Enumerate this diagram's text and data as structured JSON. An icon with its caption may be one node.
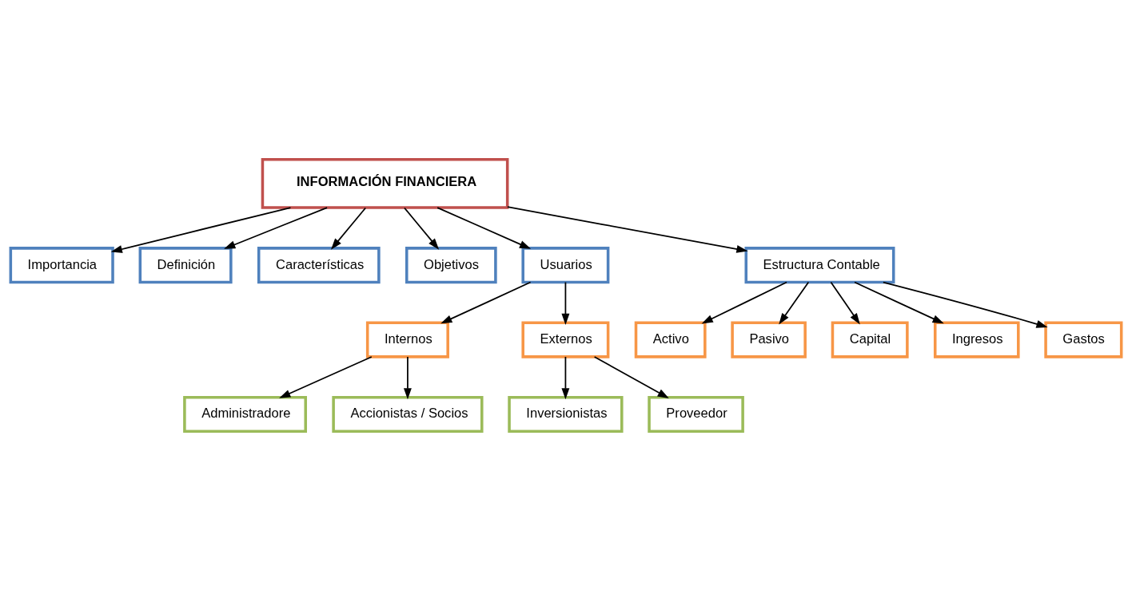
{
  "diagram": {
    "nodes": [
      {
        "text": [
          "INFORMACIÓN FINANCIERA"
        ]
      },
      {
        "text": [
          "Importancia"
        ]
      },
      {
        "text": [
          "Definición"
        ]
      },
      {
        "text": [
          "Características"
        ]
      },
      {
        "text": [
          "Objetivos"
        ]
      },
      {
        "text": [
          "Usuarios"
        ]
      },
      {
        "text": [
          "Estructura Contable"
        ]
      },
      {
        "text": [
          "Internos"
        ]
      },
      {
        "text": [
          "Externos"
        ]
      },
      {
        "text": [
          "Administradore"
        ]
      },
      {
        "text": [
          "Accionistas / Socios"
        ]
      },
      {
        "text": [
          "Inversionistas"
        ]
      },
      {
        "text": [
          "Proveedor"
        ]
      },
      {
        "text": [
          "Activo"
        ]
      },
      {
        "text": [
          "Pasivo"
        ]
      },
      {
        "text": [
          "Capital"
        ]
      },
      {
        "text": [
          "Ingresos"
        ]
      },
      {
        "text": [
          "Gastos"
        ]
      }
    ],
    "edges": [
      {
        "from": 0,
        "to": 2,
        "arrow": "to"
      },
      {
        "from": 0,
        "to": 1,
        "arrow": "to"
      },
      {
        "from": 0,
        "to": 3,
        "arrow": "to"
      },
      {
        "from": 0,
        "to": 4,
        "arrow": "to"
      },
      {
        "from": 0,
        "to": 5,
        "arrow": "to"
      },
      {
        "from": 0,
        "to": 6,
        "arrow": "to"
      },
      {
        "from": 5,
        "to": 7,
        "arrow": "to"
      },
      {
        "from": 5,
        "to": 8,
        "arrow": "to"
      },
      {
        "from": 7,
        "to": 9,
        "arrow": "to"
      },
      {
        "from": 7,
        "to": 10,
        "arrow": "to"
      },
      {
        "from": 8,
        "to": 11,
        "arrow": "to"
      },
      {
        "from": 8,
        "to": 12,
        "arrow": "to"
      },
      {
        "from": 6,
        "to": 13,
        "arrow": "to"
      },
      {
        "from": 6,
        "to": 14,
        "arrow": "to"
      },
      {
        "from": 6,
        "to": 15,
        "arrow": "to"
      },
      {
        "from": 6,
        "to": 16,
        "arrow": "to"
      },
      {
        "from": 6,
        "to": 17,
        "arrow": "to"
      }
    ]
  }
}
